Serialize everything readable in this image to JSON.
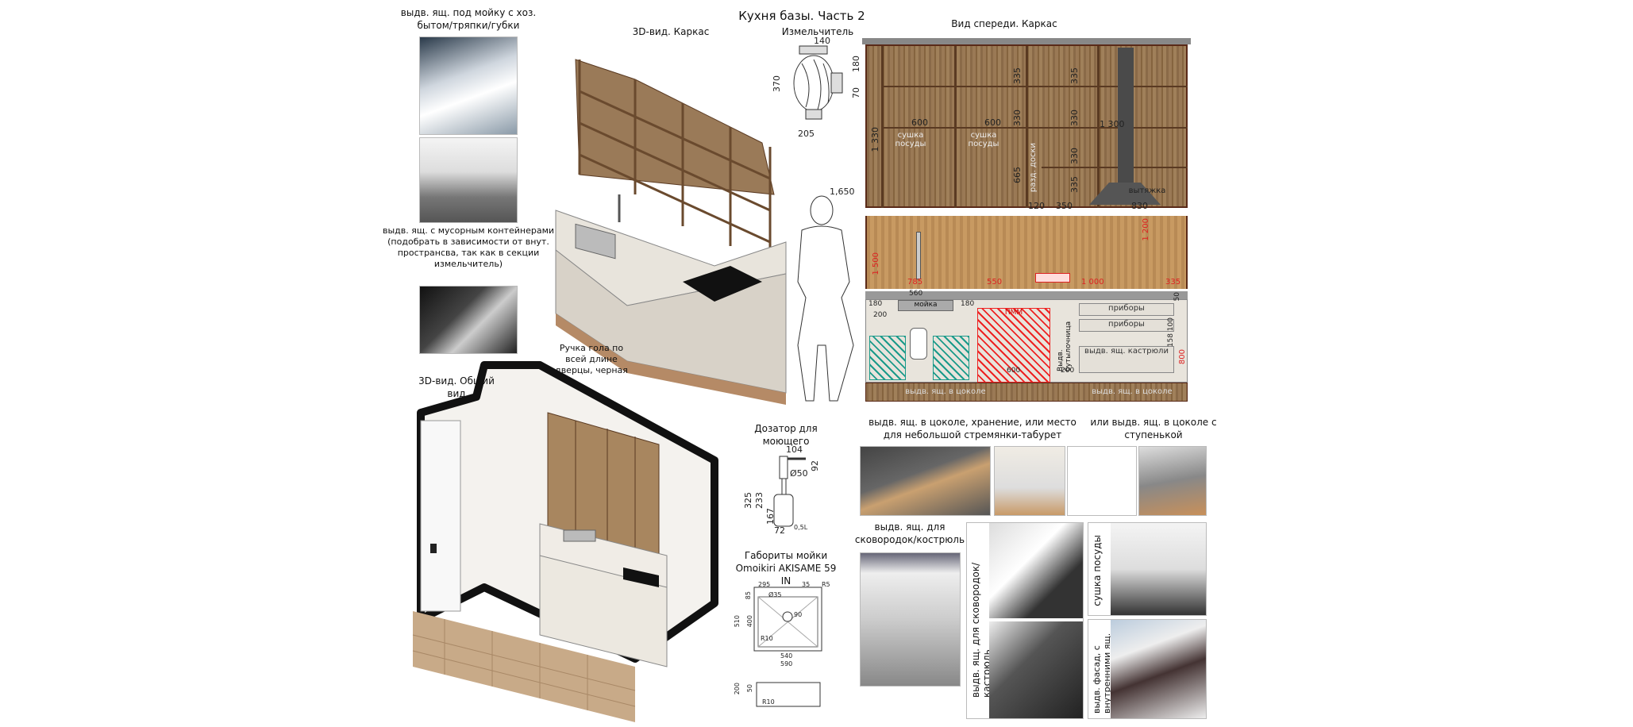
{
  "title": "Кухня базы. Часть 2",
  "left_column": {
    "caption1": "выдв. ящ. под мойку с хоз. бытом/тряпки/губки",
    "caption2": "выдв. ящ. с мусорным контейнерами (подобрать в зависимости от внут. пространсва, так как в секции измельчитель)"
  },
  "frame3d": {
    "label": "3D-вид. Каркас"
  },
  "shredder": {
    "label": "Измельчитель",
    "dims": [
      "140",
      "180",
      "70",
      "370",
      "205"
    ]
  },
  "person": {
    "height": "1,650"
  },
  "front_view": {
    "label": "Вид спереди. Каркас",
    "upper_dims": [
      "600",
      "600",
      "1 300",
      "335",
      "330",
      "330",
      "335",
      "335",
      "330",
      "665",
      "1 330",
      "120",
      "350",
      "830"
    ],
    "labels": {
      "dish1": "сушка посуды",
      "dish2": "сушка посуды",
      "boards": "разд. доски",
      "hood": "вытяжка"
    },
    "red_dims": [
      "785",
      "550",
      "1 000",
      "335",
      "1 500",
      "1 200",
      "800"
    ],
    "lower": {
      "dims": [
        "180",
        "560",
        "180",
        "200",
        "600",
        "200",
        "50",
        "100",
        "158"
      ],
      "sink": "мойка",
      "oven": "ПММ",
      "bottle": "Выдв. бутылочница",
      "drawer1": "приборы",
      "drawer2": "приборы",
      "drawer3": "выдв. ящ. кастрюли",
      "plinth1": "выдв. ящ. в цоколе",
      "plinth2": "выдв. ящ. в цоколе"
    }
  },
  "handle_note": "Ручка гола по всей длине дверцы, черная",
  "general3d": {
    "label": "3D-вид. Общий вид"
  },
  "dispenser": {
    "label": "Дозатор для моющего",
    "dims": [
      "104",
      "92",
      "Ø50",
      "325",
      "233",
      "167",
      "72",
      "0,5L"
    ]
  },
  "sink_spec": {
    "label": "Габориты мойки Omoikiri AKISAME 59 IN",
    "dims": [
      "295",
      "35",
      "R5",
      "85",
      "Ø35",
      "90",
      "510",
      "400",
      "R10",
      "540",
      "590",
      "200",
      "50",
      "R10"
    ]
  },
  "plinth_caption1": "выдв. ящ. в цоколе, хранение, или место для небольшой стремянки-табурет",
  "plinth_caption2": "или выдв. ящ. в цоколе с ступенькой",
  "pans_caption": "выдв. ящ. для сковородок/кострюль",
  "pans_vertical": "выдв. ящ. для сковородок/кастрюль",
  "dry_vertical": "сушка посуды",
  "facade_vertical": "выдв. фасад, с внутренними ящ.",
  "colors": {
    "wood": "#8a6a48",
    "red": "#dd2222",
    "teal": "#1a9a8a",
    "dark": "#111111"
  }
}
